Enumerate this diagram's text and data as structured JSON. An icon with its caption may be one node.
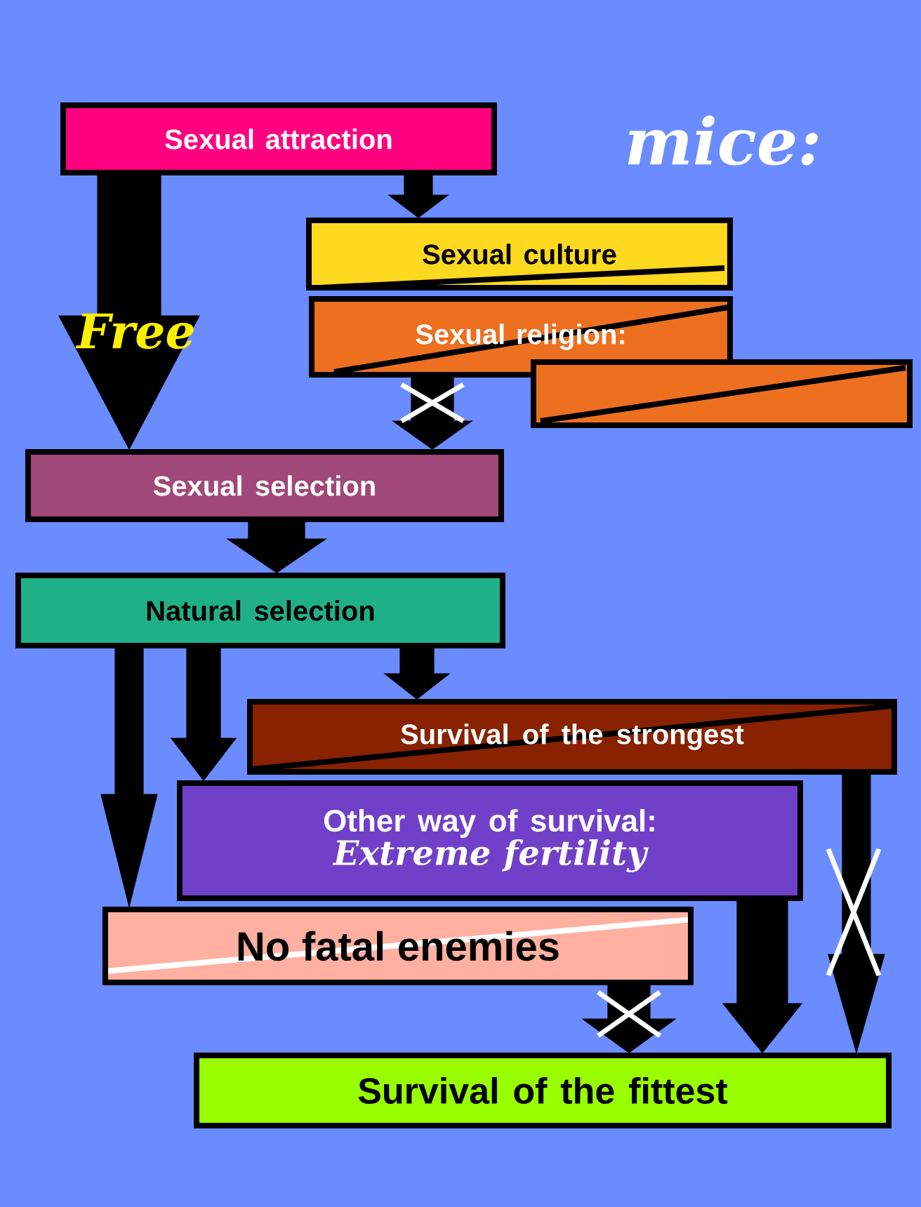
{
  "diagram": {
    "title": "mice:",
    "nodes": [
      {
        "text": [
          "Sexual attraction"
        ]
      },
      {
        "text": [
          "Sexual culture"
        ]
      },
      {
        "text": [
          "Sexual religion:"
        ]
      },
      {
        "text": [],
        "shape": "box"
      },
      {
        "text": [
          "Sexual selection"
        ]
      },
      {
        "text": [
          "Natural selection"
        ]
      },
      {
        "text": [
          "Survival of the strongest"
        ]
      },
      {
        "text": [
          "Other way of survival:",
          "Extreme fertility"
        ]
      },
      {
        "text": [
          "No fatal enemies"
        ]
      },
      {
        "text": [
          "Survival of the fittest"
        ]
      }
    ],
    "edges": [
      {
        "from": 0,
        "to": 4,
        "arrow": "to",
        "label": "Free",
        "style": "thick"
      },
      {
        "from": 0,
        "to": 1,
        "arrow": "to"
      },
      {
        "from": 2,
        "to": 4,
        "arrow": "to"
      },
      {
        "from": 4,
        "to": 5,
        "arrow": "to"
      },
      {
        "from": 5,
        "to": 6,
        "arrow": "to"
      },
      {
        "from": 5,
        "to": 7,
        "arrow": "to"
      },
      {
        "from": 5,
        "to": 8,
        "arrow": "to"
      },
      {
        "from": 8,
        "to": 9,
        "arrow": "to"
      },
      {
        "from": 7,
        "to": 9,
        "arrow": "to"
      },
      {
        "from": 6,
        "to": 9,
        "arrow": "to"
      }
    ]
  }
}
